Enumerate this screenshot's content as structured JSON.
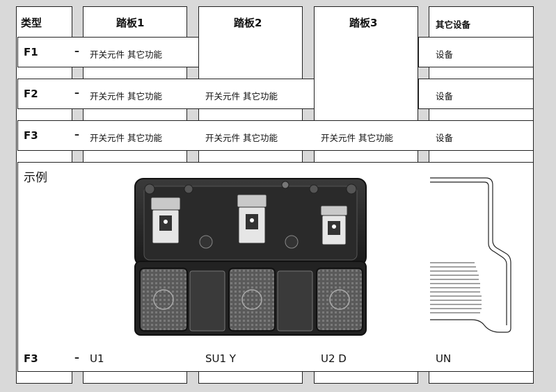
{
  "columns": {
    "type": "类型",
    "pedal1": "踏板1",
    "pedal2": "踏板2",
    "pedal3": "踏板3",
    "other": "其它设备"
  },
  "rows": [
    {
      "label": "F1",
      "dash": "–",
      "p1": "开关元件  其它功能",
      "p2": "",
      "p3": "",
      "other": "设备"
    },
    {
      "label": "F2",
      "dash": "–",
      "p1": "开关元件  其它功能",
      "p2": "开关元件  其它功能",
      "p3": "",
      "other": "设备"
    },
    {
      "label": "F3",
      "dash": "–",
      "p1": "开关元件  其它功能",
      "p2": "开关元件  其它功能",
      "p3": "开关元件  其它功能",
      "other": "设备"
    }
  ],
  "example": {
    "caption": "示例",
    "label": "F3",
    "dash": "–",
    "codes": [
      "U1",
      "SU1 Y",
      "U2 D",
      "UN"
    ]
  }
}
